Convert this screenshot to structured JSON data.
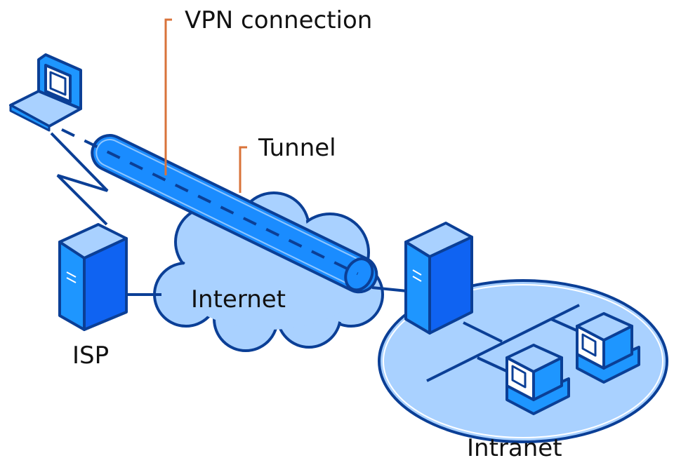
{
  "labels": {
    "vpn": "VPN connection",
    "tunnel": "Tunnel",
    "internet": "Internet",
    "isp": "ISP",
    "intranet": "Intranet"
  },
  "colors": {
    "outline": "#0b3f96",
    "tube": "#1a8cff",
    "server_front": "#0f63f2",
    "server_side": "#1e96ff",
    "light": "#a9d1ff",
    "callout": "#d9733a"
  },
  "icons": [
    "laptop-icon",
    "server-icon",
    "desktop-computer-icon",
    "cloud-icon",
    "lightning-link-icon"
  ]
}
